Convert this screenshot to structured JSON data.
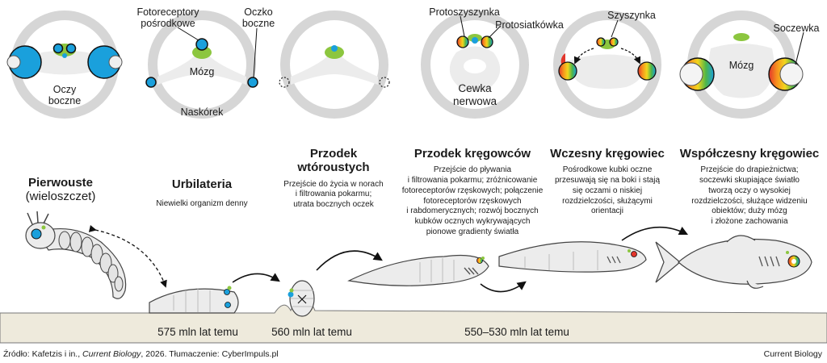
{
  "labels": {
    "fotoreceptory": [
      "Fotoreceptory",
      "pośrodkowe"
    ],
    "oczko": [
      "Oczko",
      "boczne"
    ],
    "oczy": [
      "Oczy",
      "boczne"
    ],
    "mozg1": "Mózg",
    "naskorek": "Naskórek",
    "protoszyszynka": "Protoszyszynka",
    "protosiatkowka": "Protosiatkówka",
    "cewka": [
      "Cewka",
      "nerwowa"
    ],
    "szyszynka": "Szyszynka",
    "soczewka": "Soczewka",
    "mozg2": "Mózg"
  },
  "stages": [
    {
      "title": "Pierwouste",
      "subtitle": "(wieloszczet)",
      "desc": []
    },
    {
      "title": "Urbilateria",
      "subtitle": "",
      "desc": [
        "Niewielki organizm denny"
      ]
    },
    {
      "title": "Przodek",
      "title2": "wtóroustych",
      "desc": [
        "Przejście do życia w norach",
        "i filtrowania pokarmu;",
        "utrata bocznych oczek"
      ]
    },
    {
      "title": "Przodek kręgowców",
      "desc": [
        "Przejście do pływania",
        "i filtrowania pokarmu; zróżnicowanie",
        "fotoreceptorów rzęskowych; połączenie",
        "fotoreceptorów rzęskowych",
        "i rabdomerycznych; rozwój bocznych",
        "kubków ocznych wykrywających",
        "pionowe gradienty światła"
      ]
    },
    {
      "title": "Wczesny kręgowiec",
      "desc": [
        "Pośrodkowe kubki oczne",
        "przesuwają się na boki i stają",
        "się oczami o niskiej",
        "rozdzielczości, służącymi",
        "orientacji"
      ]
    },
    {
      "title": "Współczesny kręgowiec",
      "desc": [
        "Przejście do drapieżnictwa;",
        "soczewki skupiające światło",
        "tworzą oczy o wysokiej",
        "rozdzielczości, służące widzeniu",
        "obiektów; duży mózg",
        "i złożone zachowania"
      ]
    }
  ],
  "eras": [
    "575 mln lat temu",
    "560 mln lat temu",
    "550–530 mln lat temu"
  ],
  "footer": {
    "source_prefix": "Źródło: Kafetzis i in., ",
    "journal": "Current Biology",
    "source_suffix": ", 2026. Tłumaczenie: CyberImpuls.pl",
    "right": "Current Biology"
  },
  "colors": {
    "ring": "#d6d6d6",
    "eye_blue": "#1aa0dc",
    "green": "#8cc63f",
    "red": "#e2352b",
    "ground": "#eeeadc",
    "body": "#ededed",
    "outline": "#555555"
  }
}
